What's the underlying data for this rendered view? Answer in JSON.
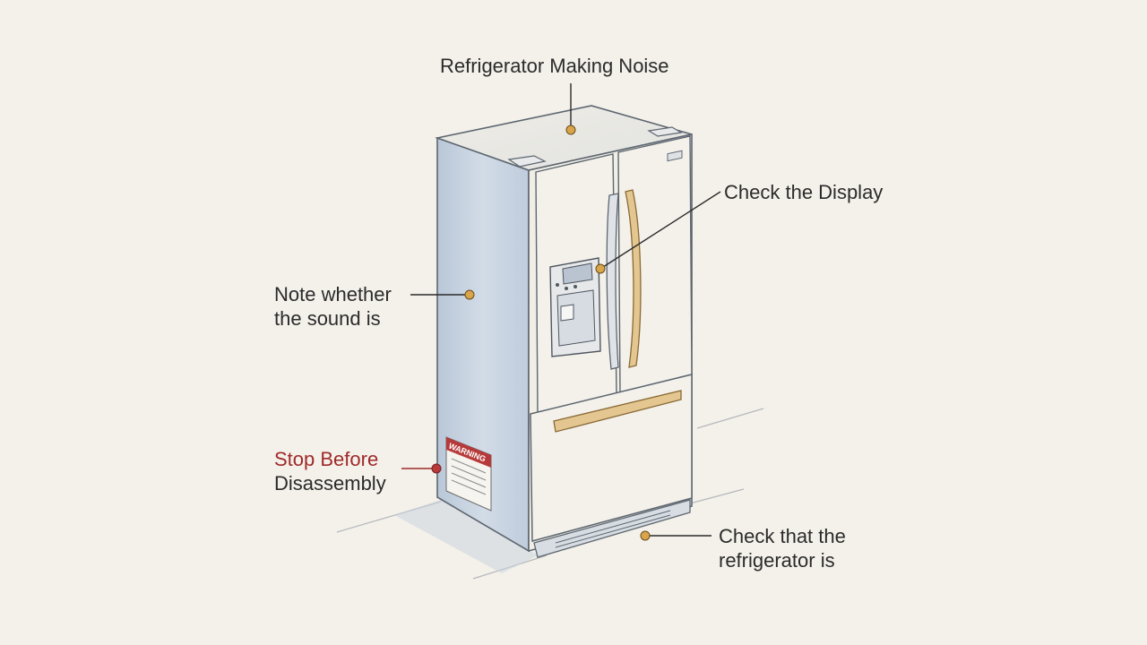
{
  "diagram": {
    "title": "Refrigerator Making Noise",
    "callouts": {
      "display": "Check the Display",
      "sound": [
        "Note whether",
        "the sound is"
      ],
      "stop": [
        "Stop Before",
        "Disassembly"
      ],
      "level": [
        "Check that the",
        "refrigerator is"
      ]
    },
    "warning_label": "WARNING",
    "colors": {
      "background": "#f4f1ea",
      "marker": "#d9a54a",
      "warning": "#b73a3a",
      "fridge_front": "#f1eee6",
      "fridge_side": "#c9d5e2",
      "handle": "#e3c690"
    }
  }
}
